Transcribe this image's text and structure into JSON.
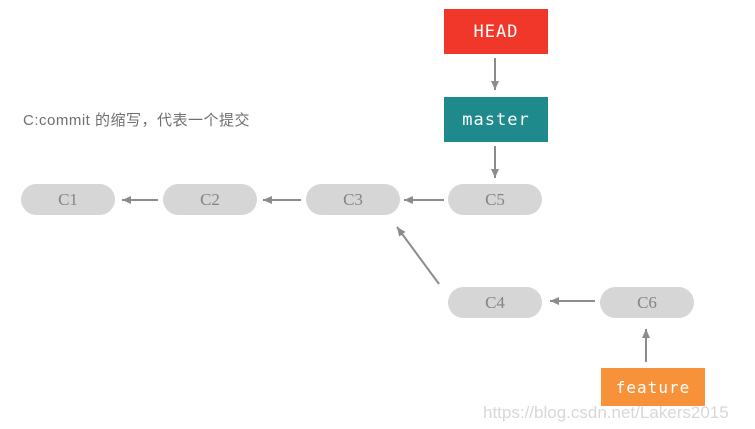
{
  "note": "C:commit 的缩写，代表一个提交",
  "labels": {
    "head": "HEAD",
    "master": "master",
    "feature": "feature"
  },
  "commits": [
    {
      "id": "C1",
      "label": "C1"
    },
    {
      "id": "C2",
      "label": "C2"
    },
    {
      "id": "C3",
      "label": "C3"
    },
    {
      "id": "C5",
      "label": "C5"
    },
    {
      "id": "C4",
      "label": "C4"
    },
    {
      "id": "C6",
      "label": "C6"
    }
  ],
  "edges": [
    {
      "from": "HEAD",
      "to": "master"
    },
    {
      "from": "master",
      "to": "C5"
    },
    {
      "from": "C5",
      "to": "C3"
    },
    {
      "from": "C3",
      "to": "C2"
    },
    {
      "from": "C2",
      "to": "C1"
    },
    {
      "from": "C6",
      "to": "C4"
    },
    {
      "from": "C4",
      "to": "C3"
    },
    {
      "from": "feature",
      "to": "C6"
    }
  ],
  "watermark": "https://blog.csdn.net/Lakers2015",
  "colors": {
    "head_bg": "#f1372a",
    "branch_bg": "#1e8a8c",
    "feature_bg": "#f7923a",
    "commit_bg": "#d6d6d6",
    "commit_text": "#848484",
    "arrow": "#8c8c8c",
    "note_text": "#6f6f6f",
    "watermark_text": "#d9d9d9"
  }
}
